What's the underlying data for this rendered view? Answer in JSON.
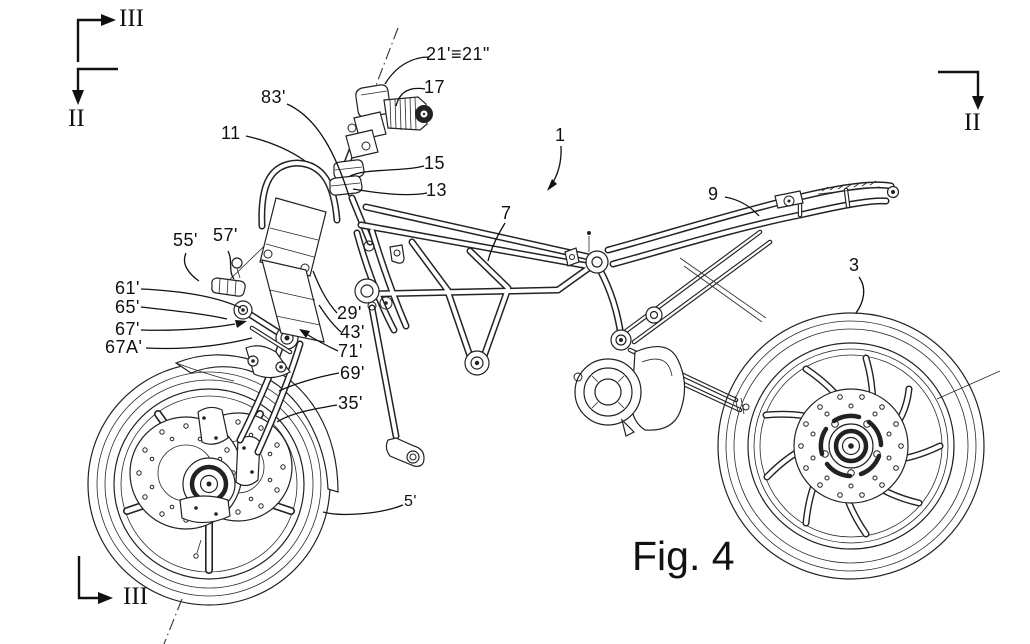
{
  "figure": {
    "caption": "Fig. 4"
  },
  "axis": {
    "label": "21'≡21\""
  },
  "section_markers": {
    "top_left_iii": "III",
    "top_left_ii": "II",
    "right_ii": "II",
    "bottom_left_iii": "III"
  },
  "refs": {
    "n1": "1",
    "n3": "3",
    "n5": "5'",
    "n7": "7",
    "n9": "9",
    "n11": "11",
    "n13": "13",
    "n15": "15",
    "n17": "17",
    "n29": "29'",
    "n35": "35'",
    "n43": "43'",
    "n55": "55'",
    "n57": "57'",
    "n61": "61'",
    "n65": "65'",
    "n67": "67'",
    "n67a": "67A'",
    "n69": "69'",
    "n71": "71'",
    "n83": "83'"
  }
}
